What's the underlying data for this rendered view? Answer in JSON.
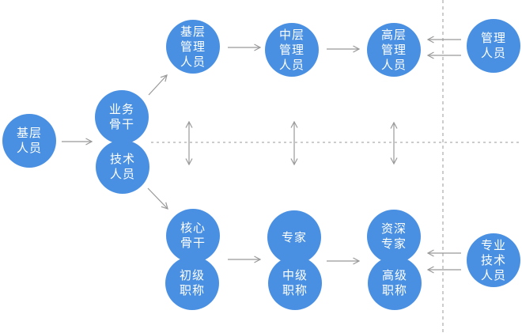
{
  "diagram": {
    "description_nodes": "dual career ladder diagram",
    "colors": {
      "node_fill": "#4a90e2",
      "node_text": "#ffffff",
      "arrow_line": "#999999",
      "dotted_line": "#cccccc",
      "background": "#ffffff"
    },
    "nodes": {
      "grassroots_staff": {
        "label": "基层\n人员"
      },
      "business_backbone": {
        "label": "业务\n骨干"
      },
      "technical_staff": {
        "label": "技术\n人员"
      },
      "junior_manager": {
        "label": "基层\n管理\n人员"
      },
      "middle_manager": {
        "label": "中层\n管理\n人员"
      },
      "senior_manager": {
        "label": "高层\n管理\n人员"
      },
      "management_staff": {
        "label": "管理\n人员"
      },
      "core_backbone": {
        "label": "核心\n骨干"
      },
      "junior_title": {
        "label": "初级\n职称"
      },
      "expert": {
        "label": "专家"
      },
      "intermediate_title": {
        "label": "中级\n职称"
      },
      "senior_expert": {
        "label": "资深\n专家"
      },
      "senior_title": {
        "label": "高级\n职称"
      },
      "professional_technical_staff": {
        "label": "专业\n技术\n人员"
      }
    },
    "edges": [
      {
        "from": "grassroots_staff",
        "to": "business_backbone_technical_staff",
        "type": "arrow"
      },
      {
        "from": "business_backbone",
        "to": "junior_manager",
        "type": "arrow"
      },
      {
        "from": "technical_staff",
        "to": "core_backbone",
        "type": "arrow"
      },
      {
        "from": "junior_manager",
        "to": "middle_manager",
        "type": "arrow"
      },
      {
        "from": "middle_manager",
        "to": "senior_manager",
        "type": "arrow"
      },
      {
        "from": "management_staff",
        "to": "senior_manager",
        "type": "double-parallel-arrows"
      },
      {
        "from": "core_backbone_junior_title",
        "to": "expert_intermediate_title",
        "type": "arrow"
      },
      {
        "from": "expert_intermediate_title",
        "to": "senior_expert_senior_title",
        "type": "arrow"
      },
      {
        "from": "professional_technical_staff",
        "to": "senior_expert_senior_title",
        "type": "double-parallel-arrows"
      },
      {
        "from": "management_track",
        "to": "technical_track",
        "type": "bidirectional-arrow-x239"
      },
      {
        "from": "management_track",
        "to": "technical_track",
        "type": "bidirectional-arrow-x372"
      },
      {
        "from": "management_track",
        "to": "technical_track",
        "type": "bidirectional-arrow-x498"
      }
    ]
  }
}
